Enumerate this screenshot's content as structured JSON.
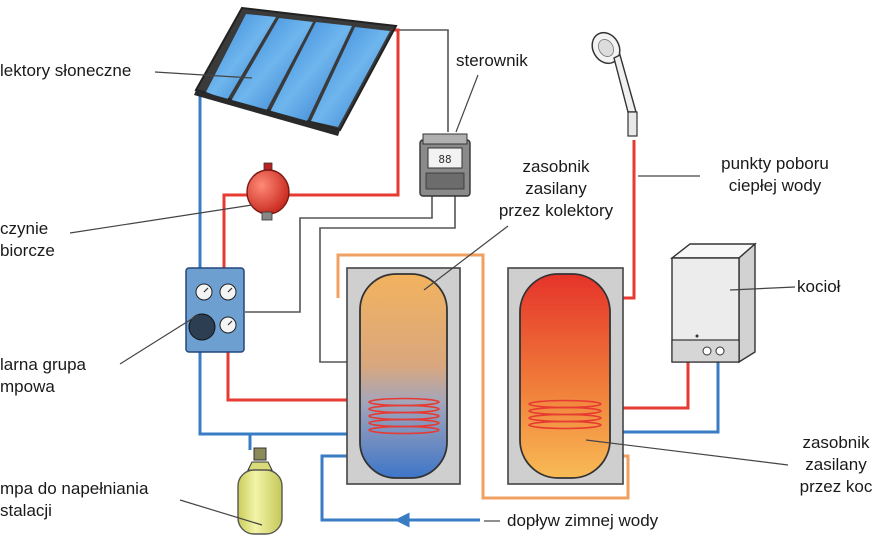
{
  "labels": {
    "collectors": "lektory słoneczne",
    "controller": "sterownik",
    "tank_solar": [
      "zasobnik",
      "zasilany",
      "przez kolektory"
    ],
    "draw_points": [
      "punkty poboru",
      "ciepłej wody"
    ],
    "expansion_vessel": [
      "czynie",
      "biorcze"
    ],
    "boiler": "kocioł",
    "pump_group": [
      "larna grupa",
      "mpowa"
    ],
    "tank_boiler": [
      "zasobnik",
      "zasilany",
      "przez koc"
    ],
    "fill_pump": [
      "mpa do napełniania",
      "stalacji"
    ],
    "cold_water": "dopływ zimnej wody"
  },
  "colors": {
    "hot_pipe": "#e63a32",
    "cold_pipe": "#3a7cc4",
    "return_pipe": "#f0a060",
    "signal_wire": "#555555",
    "tank_casing": "#cfcfcf",
    "collector_glass": "#4a9de0",
    "vessel": "#e24b3c",
    "boiler_body": "#eeeeee",
    "gas_cylinder": "#e6e88a"
  }
}
